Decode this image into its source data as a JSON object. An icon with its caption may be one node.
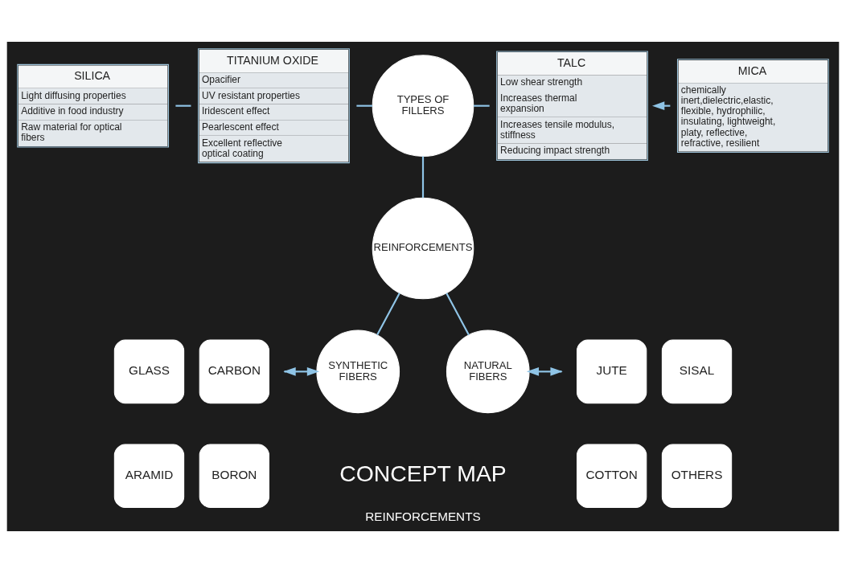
{
  "diagram": {
    "caption": "REINFORCEMENTS",
    "nodes": [
      {
        "text": [
          "SILICA",
          "Light diffusing properties",
          "Additive in food industry",
          "Raw material for optical fibers"
        ]
      },
      {
        "text": [
          "TITANIUM OXIDE",
          "Opacifier",
          "UV resistant properties",
          "Iridescent effect",
          "Pearlescent effect",
          "Excellent reflective optical coating"
        ]
      },
      {
        "text": [
          "TYPES OF FILLERS"
        ]
      },
      {
        "text": [
          "TALC",
          "Low shear strength",
          "Increases thermal expansion",
          "Increases tensile modulus, stiffness",
          "Reducing impact strength"
        ]
      },
      {
        "text": [
          "MICA",
          "chemically inert,dielectric,elastic, flexible, hydrophilic, insulating, lightweight, platy, reflective, refractive, resilient"
        ]
      },
      {
        "text": [
          "REINFORCEMENTS"
        ]
      },
      {
        "text": [
          "GLASS"
        ]
      },
      {
        "text": [
          "CARBON"
        ]
      },
      {
        "text": [
          "SYNTHETIC FIBERS"
        ]
      },
      {
        "text": [
          "NATURAL FIBERS"
        ]
      },
      {
        "text": [
          "JUTE"
        ]
      },
      {
        "text": [
          "SISAL"
        ]
      },
      {
        "text": [
          "ARAMID"
        ]
      },
      {
        "text": [
          "BORON"
        ]
      },
      {
        "text": [
          "COTTON"
        ]
      },
      {
        "text": [
          "OTHERS"
        ]
      }
    ],
    "edges": [
      {
        "from": 0,
        "to": 1,
        "arrow": "none"
      },
      {
        "from": 1,
        "to": 2,
        "arrow": "none"
      },
      {
        "from": 2,
        "to": 3,
        "arrow": "none"
      },
      {
        "from": 4,
        "to": 3,
        "arrow": "to"
      },
      {
        "from": 2,
        "to": 5,
        "arrow": "none"
      },
      {
        "from": 5,
        "to": 8,
        "arrow": "none"
      },
      {
        "from": 5,
        "to": 9,
        "arrow": "none"
      },
      {
        "from": null,
        "to": 8,
        "arrow": "both"
      },
      {
        "from": 9,
        "to": null,
        "arrow": "both"
      }
    ],
    "labels": [
      "CONCEPT MAP"
    ]
  }
}
